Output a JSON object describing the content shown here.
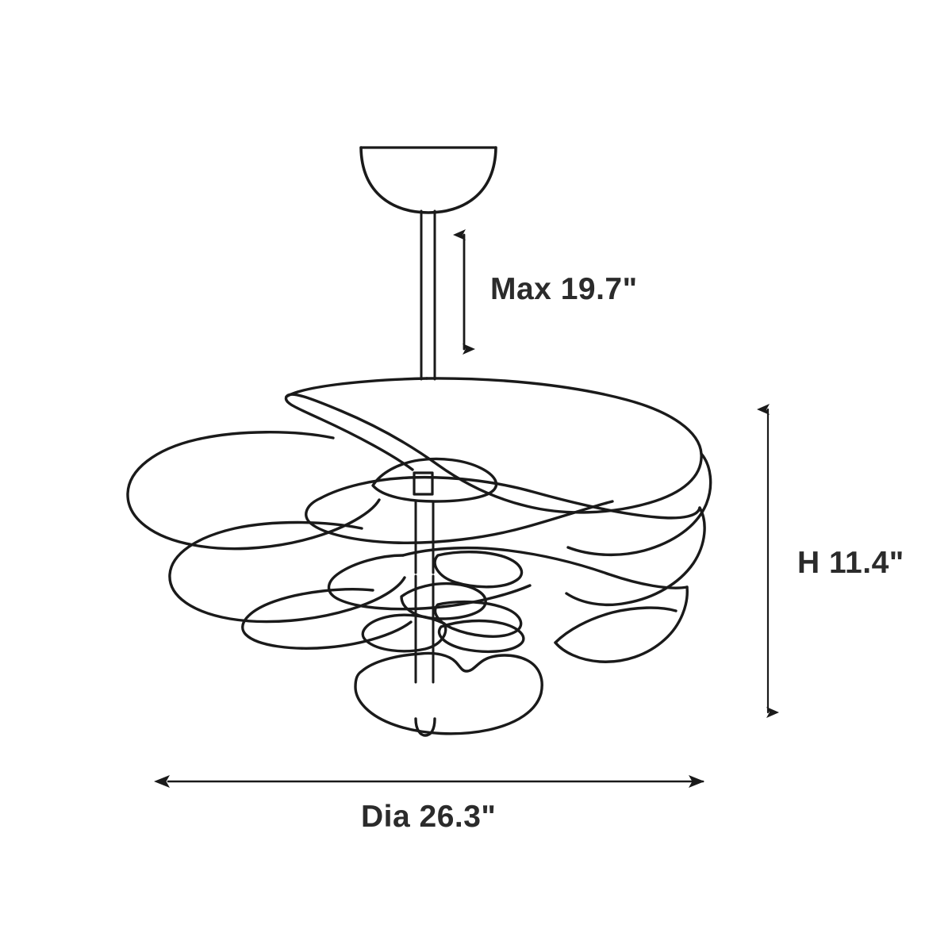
{
  "diagram": {
    "kind": "product-dimension-drawing",
    "subject": "ceiling fan with layered petal blades",
    "view": "side elevation",
    "background_color": "#ffffff",
    "line_color": "#1a1a1a",
    "text_color": "#2b2b2b"
  },
  "dimensions": {
    "drop_rod": {
      "name": "downrod-drop",
      "label": "Max 19.7\"",
      "value": 19.7,
      "unit": "in",
      "qualifier": "Max",
      "orientation": "vertical",
      "arrow": "double"
    },
    "height": {
      "name": "fan-body-height",
      "label": "H 11.4\"",
      "value": 11.4,
      "unit": "in",
      "qualifier": "H",
      "orientation": "vertical",
      "arrow": "double"
    },
    "diameter": {
      "name": "blade-span-diameter",
      "label": "Dia 26.3\"",
      "value": 26.3,
      "unit": "in",
      "qualifier": "Dia",
      "orientation": "horizontal",
      "arrow": "double"
    }
  },
  "parts": [
    {
      "name": "ceiling-canopy",
      "shape": "half-dome"
    },
    {
      "name": "downrod",
      "shape": "narrow-vertical-tube"
    },
    {
      "name": "blade-assembly",
      "shape": "stacked-petal-tiers",
      "tiers": 6
    },
    {
      "name": "center-hub",
      "shape": "small-rectangle"
    },
    {
      "name": "bottom-finial",
      "shape": "small-rounded-knob"
    }
  ]
}
